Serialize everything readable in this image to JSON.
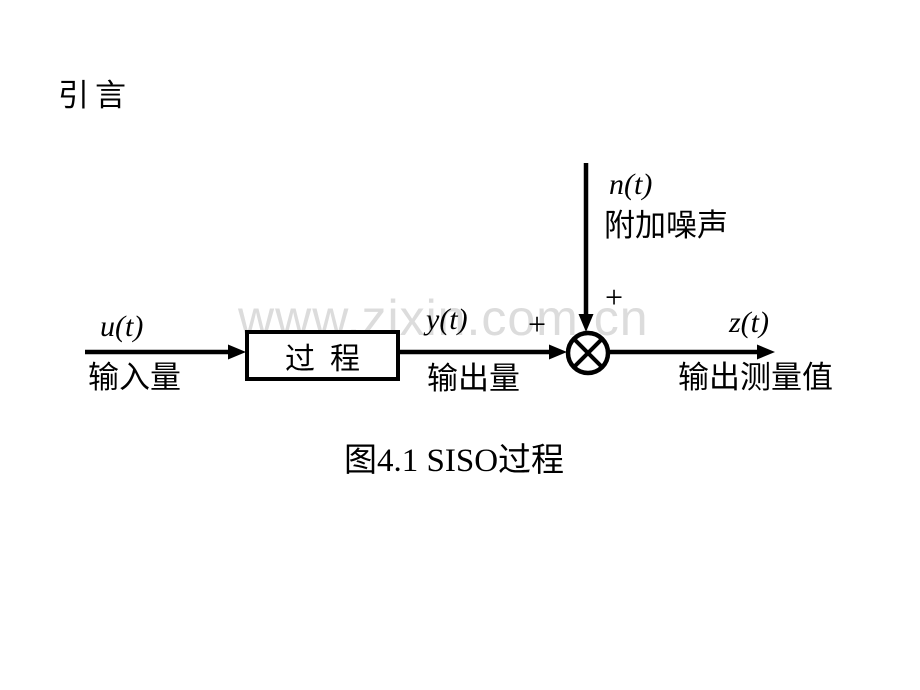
{
  "slide": {
    "title": "引言",
    "caption": "图4.1 SISO过程"
  },
  "watermark": {
    "text": "www.zixin.com.cn",
    "color": "#dcdcdc"
  },
  "diagram": {
    "type": "block-diagram",
    "description_visible": "SISO process block diagram",
    "stroke_color": "#000000",
    "background_color": "#ffffff",
    "input": {
      "signal": "u(t)",
      "label": "输入量"
    },
    "process": {
      "label": "过  程"
    },
    "output": {
      "signal": "y(t)",
      "label": "输出量"
    },
    "sum": {
      "plus_input": "+",
      "plus_noise": "+",
      "symbol": "circled-times summing junction"
    },
    "noise": {
      "signal": "n(t)",
      "label": "附加噪声"
    },
    "measured": {
      "signal": "z(t)",
      "label": "输出测量值"
    }
  }
}
